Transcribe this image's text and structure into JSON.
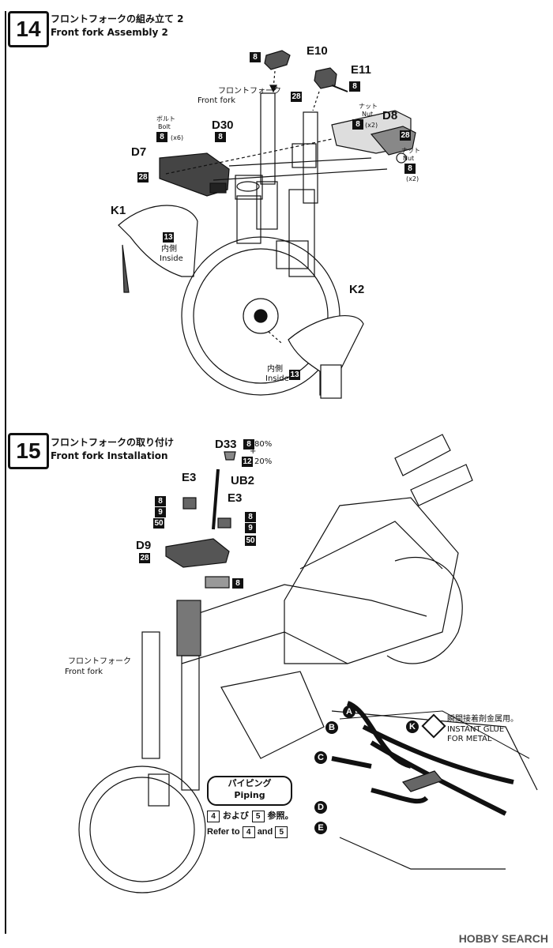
{
  "step14": {
    "number": "14",
    "title_jp": "フロントフォークの組み立て 2",
    "title_en": "Front fork Assembly 2"
  },
  "step15": {
    "number": "15",
    "title_jp": "フロントフォークの取り付け",
    "title_en": "Front fork Installation"
  },
  "parts14": {
    "E10": "E10",
    "E11": "E11",
    "D30": "D30",
    "D7": "D7",
    "D8": "D8",
    "K1": "K1",
    "K2": "K2"
  },
  "labels14": {
    "front_fork_jp": "フロントフォーク",
    "front_fork_en": "Front fork",
    "bolt_jp": "ボルト",
    "bolt_en": "Bolt",
    "bolt_qty": "(x6)",
    "nut_jp": "ナット",
    "nut_en": "Nut",
    "nut_qty": "(x2)",
    "inside_jp": "内側",
    "inside_en": "Inside"
  },
  "parts15": {
    "D33": "D33",
    "UB2": "UB2",
    "E3": "E3",
    "D9": "D9"
  },
  "labels15": {
    "paint_80": "80%",
    "paint_20": "20%",
    "plus": "+",
    "front_fork_jp": "フロントフォーク",
    "front_fork_en": "Front fork",
    "piping_jp": "パイピング",
    "piping_en": "Piping",
    "ref_jp_and": "および",
    "ref_jp_tail": "参照。",
    "ref_en_head": "Refer to",
    "ref_en_and": "and",
    "glue_jp": "瞬間接着剤金属用。",
    "glue_en1": "INSTANT GLUE",
    "glue_en2": "FOR METAL"
  },
  "color_codes": {
    "c8": "8",
    "c9": "9",
    "c12": "12",
    "c13": "13",
    "c28": "28",
    "c50": "50",
    "ref4": "4",
    "ref5": "5"
  },
  "piping_letters": [
    "A",
    "B",
    "C",
    "D",
    "E",
    "K"
  ],
  "watermark": "HOBBY SEARCH"
}
